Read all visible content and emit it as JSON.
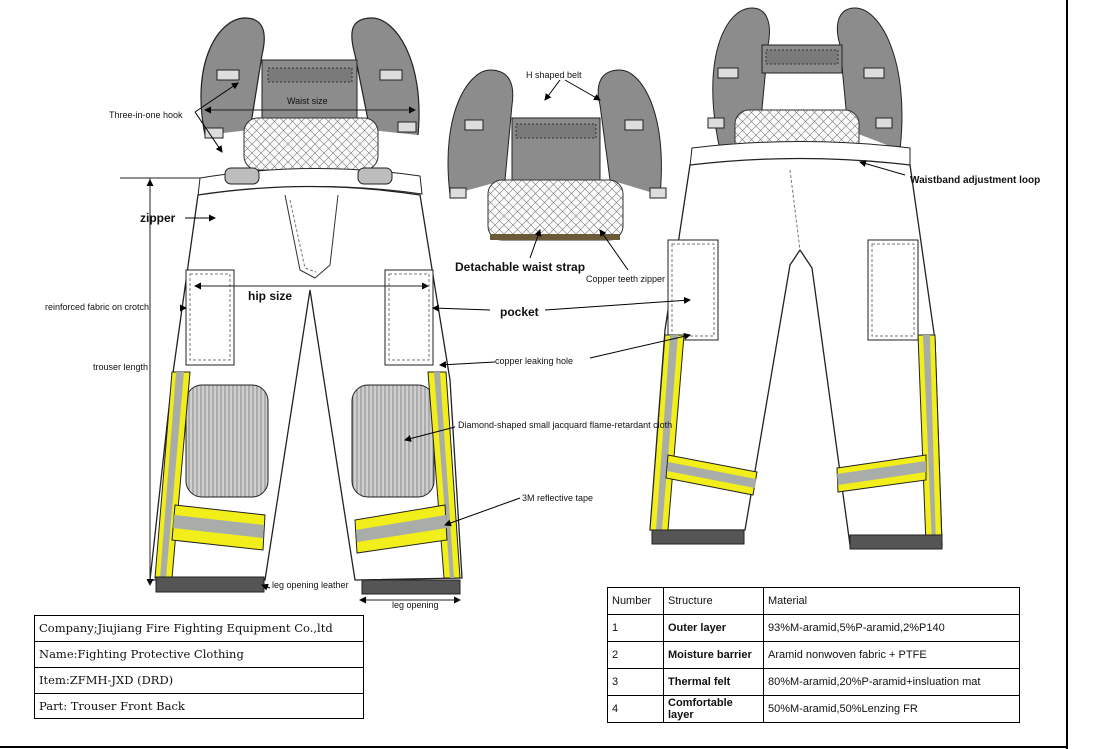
{
  "labels": {
    "three_in_one_hook": "Three-in-one hook",
    "waist_size": "Waist size",
    "h_shaped_belt": "H shaped belt",
    "zipper": "zipper",
    "waistband_adjustment_loop": "Waistband adjustment loop",
    "detachable_waist_strap": "Detachable waist strap",
    "copper_teeth_zipper": "Copper teeth zipper",
    "hip_size": "hip size",
    "reinforced_fabric": "reinforced fabric on crotch",
    "pocket": "pocket",
    "trouser_length": "trouser length",
    "copper_leaking_hole": "copper leaking hole",
    "jacquard_cloth": "Diamond-shaped small jacquard flame-retardant cloth",
    "reflective_tape": "3M reflective tape",
    "leg_opening_leather": "leg opening leather",
    "leg_opening": "leg opening"
  },
  "company_box": {
    "company": "Company;Jiujiang Fire Fighting Equipment Co.,ltd",
    "name": "Name:Fighting Protective Clothing",
    "item": "Item:ZFMH-JXD (DRD)",
    "part": "Part: Trouser   Front   Back"
  },
  "material_table": {
    "headers": [
      "Number",
      "Structure",
      "Material"
    ],
    "rows": [
      {
        "number": "1",
        "structure": "Outer layer",
        "material": "93%M-aramid,5%P-aramid,2%P140"
      },
      {
        "number": "2",
        "structure": "Moisture barrier",
        "material": "Aramid nonwoven fabric + PTFE"
      },
      {
        "number": "3",
        "structure": "Thermal felt",
        "material": "80%M-aramid,20%P-aramid+insluation mat"
      },
      {
        "number": "4",
        "structure": "Comfortable layer",
        "material": "50%M-aramid,50%Lenzing FR"
      }
    ]
  },
  "colors": {
    "reflective_yellow": "#f2ee1a",
    "reflective_silver": "#a9adaa",
    "strap_gray": "#8c8c8c",
    "leather": "#555555"
  }
}
